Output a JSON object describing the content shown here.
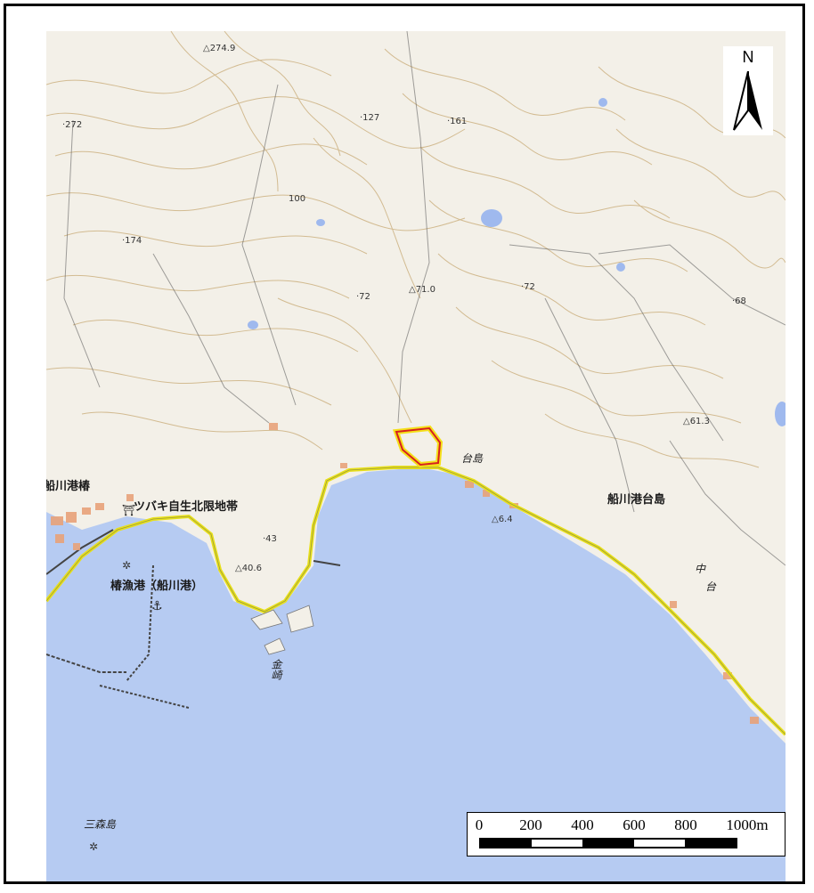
{
  "map": {
    "north_label": "N",
    "places": [
      {
        "id": "funakawa-tsubaki",
        "text": "船川港椿"
      },
      {
        "id": "tsubaki-limit",
        "text": "ツバキ自生北限地帯"
      },
      {
        "id": "funakawa-daijima",
        "text": "船川港台島"
      },
      {
        "id": "tsubaki-port",
        "text": "椿漁港（船川港）"
      },
      {
        "id": "daijima",
        "text": "台島"
      },
      {
        "id": "naka",
        "text": "中"
      },
      {
        "id": "dai",
        "text": "台"
      },
      {
        "id": "kanazaki",
        "text": "金崎"
      },
      {
        "id": "mitsumori",
        "text": "三森島"
      }
    ],
    "elevations": [
      {
        "id": "e274",
        "text": "△274.9"
      },
      {
        "id": "e272",
        "text": "·272"
      },
      {
        "id": "e127",
        "text": "·127"
      },
      {
        "id": "e161",
        "text": "·161"
      },
      {
        "id": "e100",
        "text": "100"
      },
      {
        "id": "e174",
        "text": "·174"
      },
      {
        "id": "e72a",
        "text": "·72"
      },
      {
        "id": "e71",
        "text": "△71.0"
      },
      {
        "id": "e72b",
        "text": "·72"
      },
      {
        "id": "e68",
        "text": "·68"
      },
      {
        "id": "e61",
        "text": "△61.3"
      },
      {
        "id": "e43",
        "text": "·43"
      },
      {
        "id": "e40",
        "text": "△40.6"
      },
      {
        "id": "e6",
        "text": "△6.4"
      }
    ],
    "colors": {
      "land": "#f2efe7",
      "sea": "#b6cbf2",
      "contour": "#c8ab7a",
      "road": "#e8e01a",
      "site": "#d62020"
    }
  },
  "scale": {
    "labels": [
      "0",
      "200",
      "400",
      "600",
      "800",
      "1000m"
    ],
    "unit": "m"
  }
}
